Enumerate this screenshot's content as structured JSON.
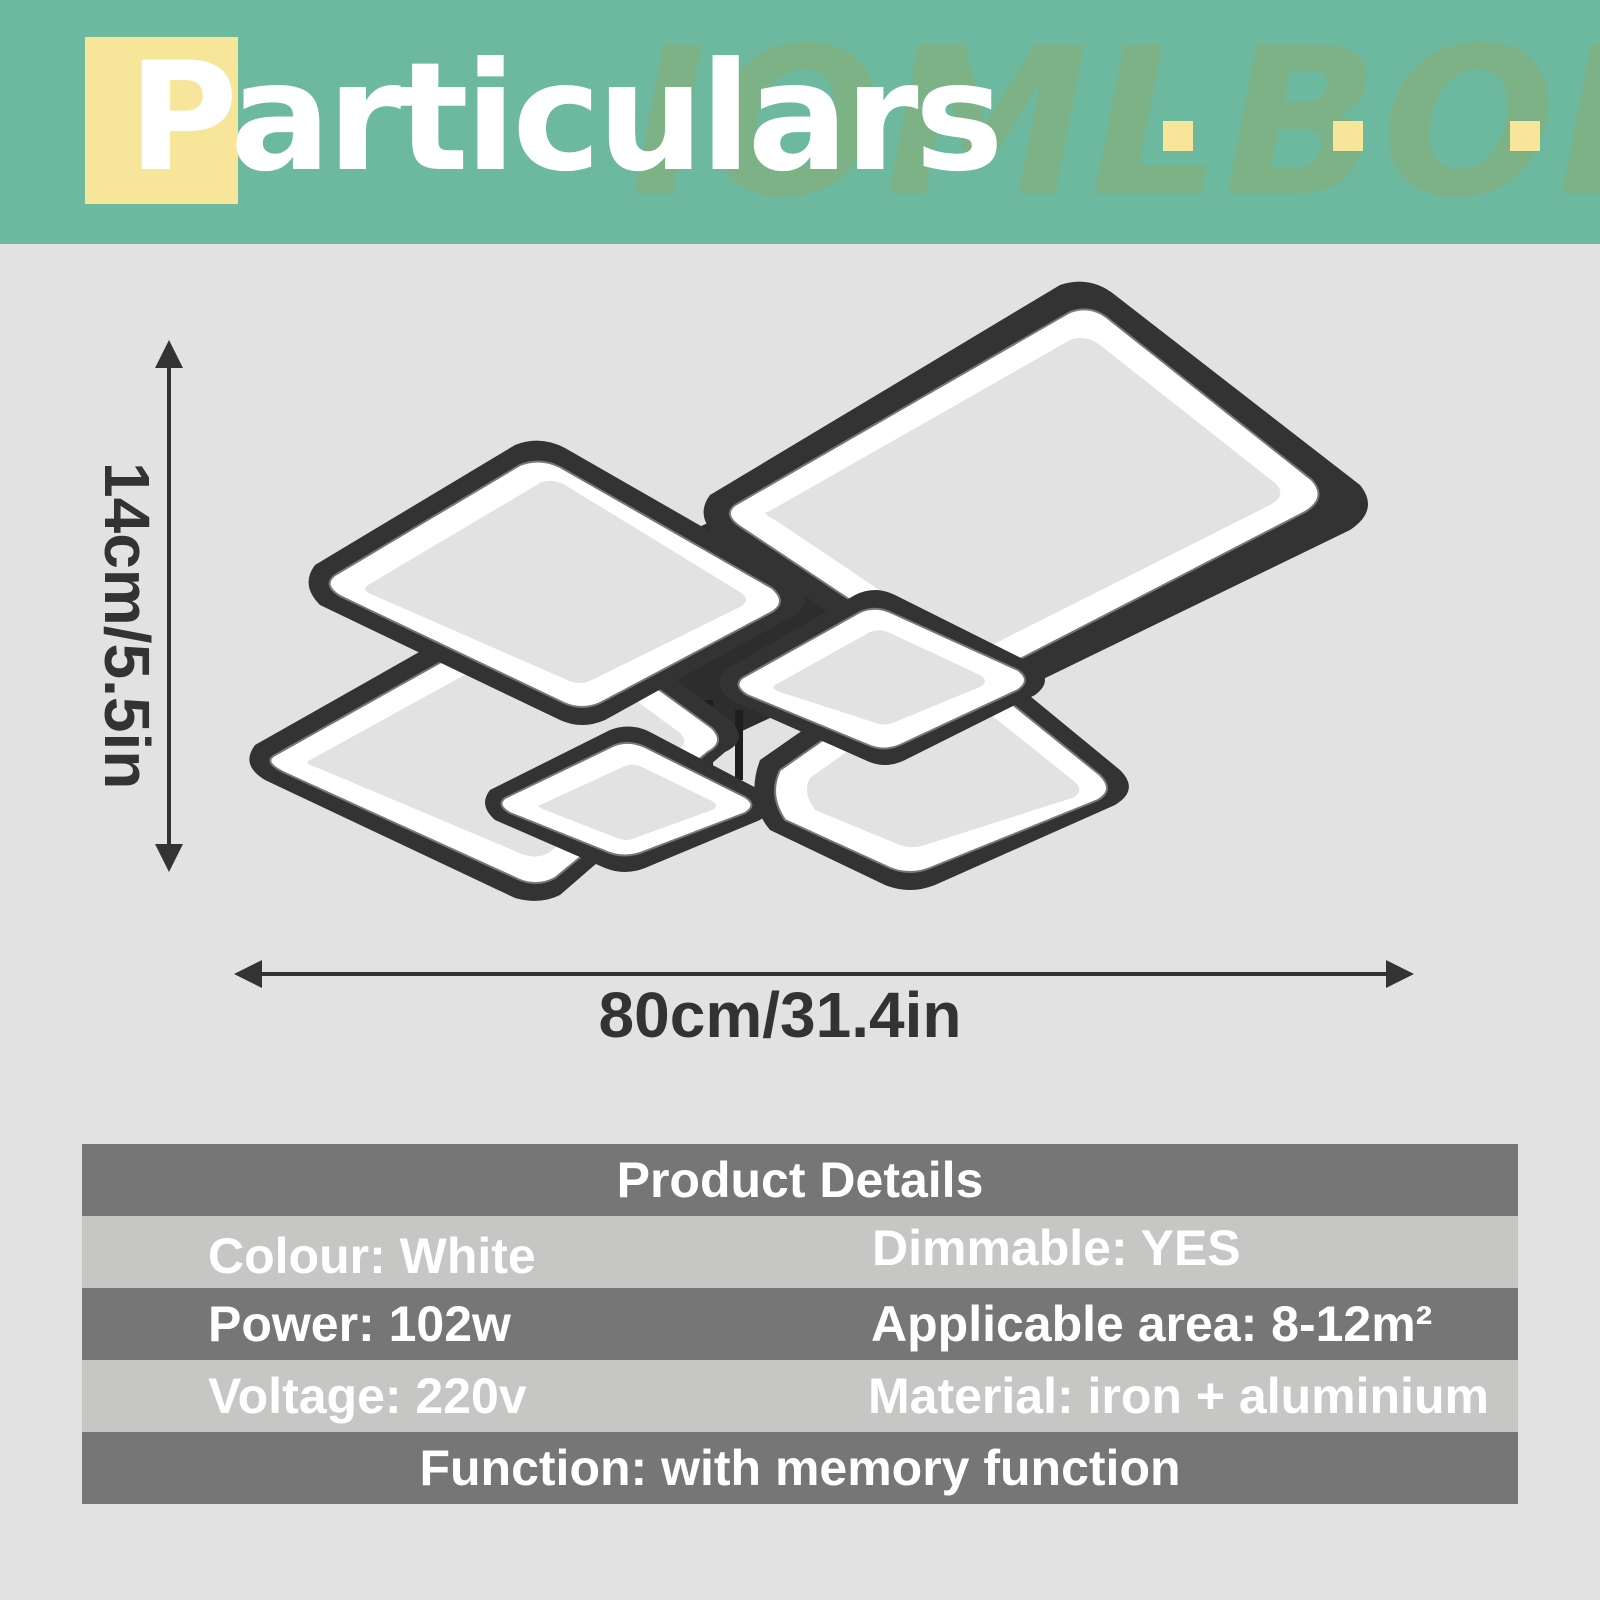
{
  "header": {
    "title_initial": "P",
    "title_rest": "articulars",
    "brand_watermark": "IOMLBOF",
    "colors": {
      "background": "#6cb9a0",
      "accent": "#f7e59a",
      "watermark": "#7db287"
    }
  },
  "dimensions": {
    "height_label": "14cm/5.5in",
    "width_label": "80cm/31.4in"
  },
  "product": {
    "illustration": "ceiling-light-squares-icon"
  },
  "details": {
    "heading": "Product Details",
    "colour": "Colour: White",
    "dimmable": "Dimmable: YES",
    "power": "Power: 102w",
    "area": "Applicable area: 8-12m²",
    "voltage": "Voltage: 220v",
    "material": "Material: iron + aluminium",
    "function": "Function: with memory function"
  }
}
